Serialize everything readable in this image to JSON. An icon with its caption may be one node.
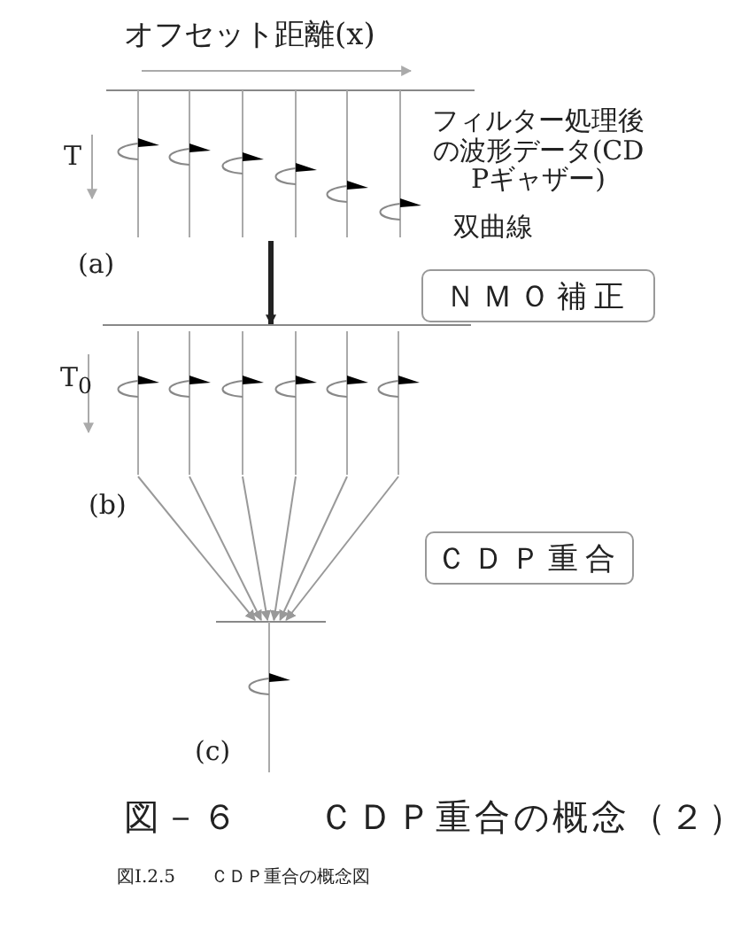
{
  "diagram": {
    "title": "図－６　　ＣＤＰ重合の概念（２）",
    "caption": "図Ⅰ.2.5　　ＣＤＰ重合の概念図",
    "nodes": [
      {
        "text": [],
        "shape": "trace"
      },
      {
        "text": [
          "ＮＭＯ補正"
        ]
      },
      {
        "text": [],
        "shape": "panel"
      },
      {
        "text": [],
        "shape": "trace",
        "in": 2
      },
      {
        "text": [],
        "shape": "trace",
        "in": 2
      },
      {
        "text": [],
        "shape": "trace",
        "in": 2
      },
      {
        "text": [],
        "shape": "trace",
        "in": 2
      },
      {
        "text": [],
        "shape": "trace",
        "in": 2
      },
      {
        "text": [],
        "shape": "trace",
        "in": 2
      },
      {
        "text": [
          "ＣＤＰ重合"
        ]
      },
      {
        "text": [],
        "shape": "trace"
      }
    ],
    "edges": [
      {
        "from": 0,
        "to": 2,
        "arrow": "to",
        "style": "thick",
        "color": "#222222"
      },
      {
        "from": 3,
        "to": 10,
        "arrow": "to"
      },
      {
        "from": 4,
        "to": 10,
        "arrow": "to"
      },
      {
        "from": 5,
        "to": 10,
        "arrow": "to"
      },
      {
        "from": 6,
        "to": 10,
        "arrow": "to"
      },
      {
        "from": 7,
        "to": 10,
        "arrow": "to"
      },
      {
        "from": 8,
        "to": 10,
        "arrow": "to"
      }
    ],
    "labels": [
      "オフセット距離(x)",
      "T",
      "フィルター処理後の波形データ(CDPギャザー)",
      "双曲線",
      "(a)",
      "T$_{0}$",
      "(b)",
      "(c)"
    ]
  }
}
